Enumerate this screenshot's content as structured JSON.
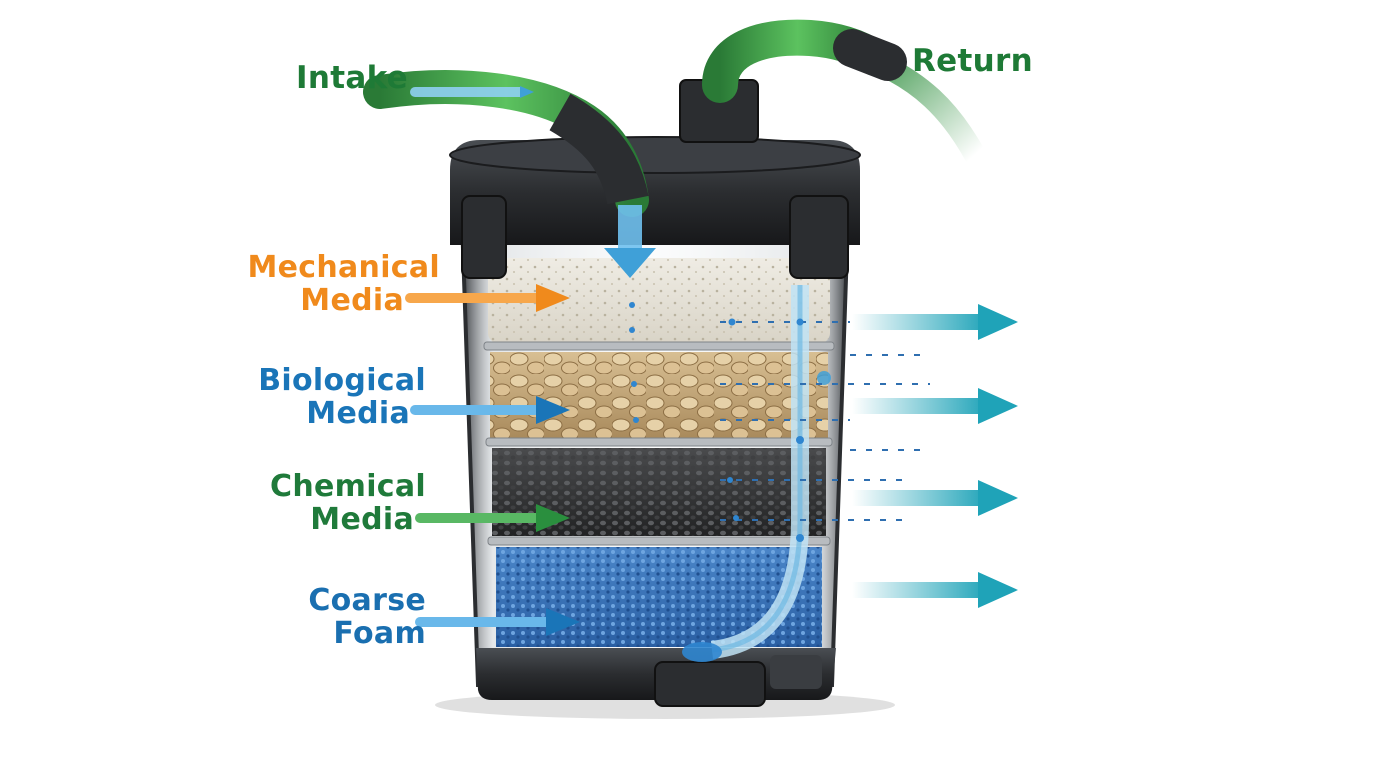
{
  "labels": {
    "intake": "Intake",
    "return": "Return",
    "mechanical": [
      "Mechanical",
      "Media"
    ],
    "biological": [
      "Biological",
      "Media"
    ],
    "chemical": [
      "Chemical",
      "Media"
    ],
    "coarse": [
      "Coarse",
      "Foam"
    ]
  },
  "colors": {
    "intake_text": "#1e7a36",
    "return_text": "#1e7a36",
    "mechanical_text": "#f08a1c",
    "biological_text": "#1a75b8",
    "chemical_text": "#1f7a3a",
    "coarse_text": "#1a6fb0",
    "hose_green": "#2f8f3e",
    "water_blue": "#3fa0d8",
    "outflow_teal": "#1fa3b8",
    "canister_dark": "#2b2d30"
  },
  "icons": {
    "intake_flow": "down-arrow-icon",
    "outflow": "right-arrow-icon",
    "label_pointer": "right-arrow-icon"
  }
}
